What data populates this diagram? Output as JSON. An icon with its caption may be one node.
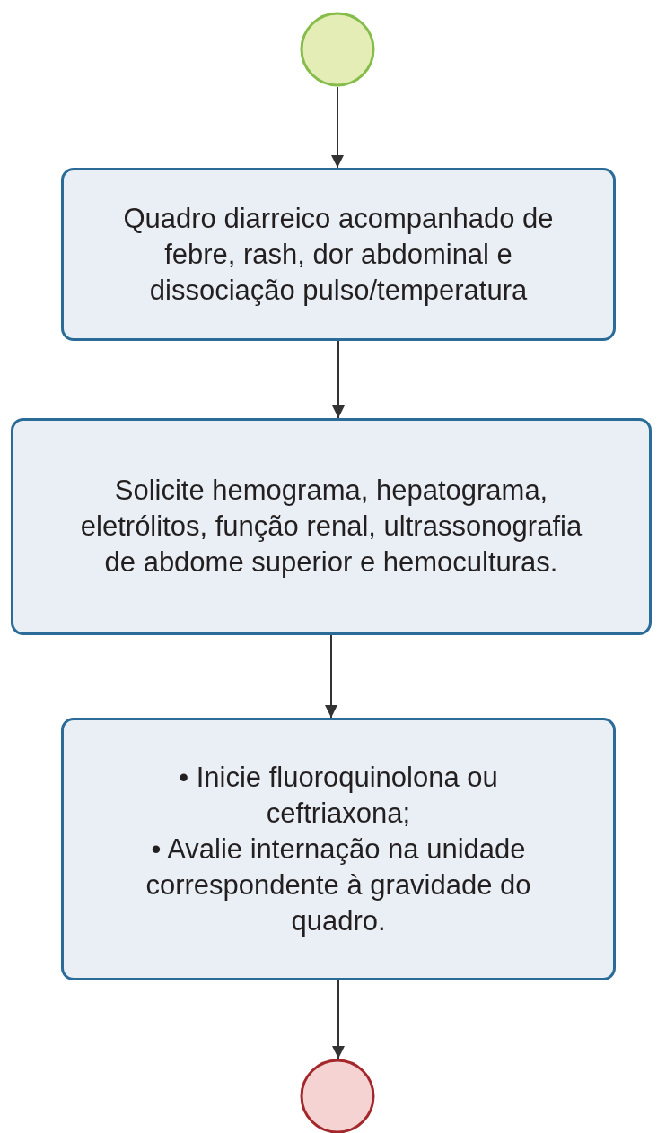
{
  "diagram": {
    "nodes": [
      {
        "text": [],
        "shape": "circle"
      },
      {
        "text": [
          "Quadro diarreico acompanhado de febre, rash, dor abdominal e dissociação pulso/temperatura"
        ]
      },
      {
        "text": [
          "Solicite hemograma, hepatograma, eletrólitos, função renal, ultrassonografia de abdome superior e hemoculturas."
        ]
      },
      {
        "text": [
          "• Inicie fluoroquinolona ou ceftriaxona;",
          "• Avalie internação na unidade correspondente à gravidade do quadro."
        ]
      },
      {
        "text": [],
        "shape": "circle"
      }
    ],
    "edges": [
      {
        "from": 0,
        "to": 1,
        "arrow": "to"
      },
      {
        "from": 1,
        "to": 2,
        "arrow": "to"
      },
      {
        "from": 2,
        "to": 3,
        "arrow": "to"
      },
      {
        "from": 3,
        "to": 4,
        "arrow": "to"
      }
    ]
  }
}
